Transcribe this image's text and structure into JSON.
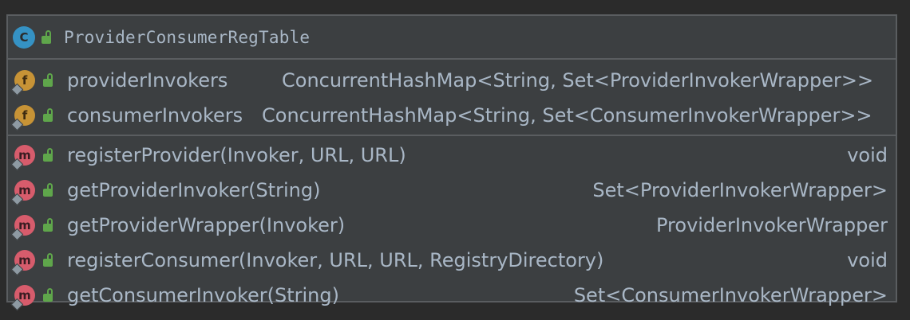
{
  "class": {
    "kind_icon": "C",
    "name": "ProviderConsumerRegTable"
  },
  "fields": [
    {
      "kind_icon": "f",
      "name": "providerInvokers",
      "type": "ConcurrentHashMap<String, Set<ProviderInvokerWrapper>>"
    },
    {
      "kind_icon": "f",
      "name": "consumerInvokers",
      "type": "ConcurrentHashMap<String, Set<ConsumerInvokerWrapper>>"
    }
  ],
  "methods": [
    {
      "kind_icon": "m",
      "name": "registerProvider(Invoker, URL, URL)",
      "type": "void"
    },
    {
      "kind_icon": "m",
      "name": "getProviderInvoker(String)",
      "type": "Set<ProviderInvokerWrapper>"
    },
    {
      "kind_icon": "m",
      "name": "getProviderWrapper(Invoker)",
      "type": "ProviderInvokerWrapper"
    },
    {
      "kind_icon": "m",
      "name": "registerConsumer(Invoker, URL, URL, RegistryDirectory)",
      "type": "void"
    },
    {
      "kind_icon": "m",
      "name": "getConsumerInvoker(String)",
      "type": "Set<ConsumerInvokerWrapper>"
    }
  ],
  "colors": {
    "background": "#2b2b2b",
    "node_fill": "#3c3f41",
    "node_border": "#5a5d60",
    "text": "#a9b7c6",
    "class_badge": "#3592c4",
    "field_badge": "#c79336",
    "method_badge": "#d75c6c",
    "public_lock": "#5fa64b"
  },
  "icons": {
    "class": "class-icon",
    "field": "field-icon",
    "method": "method-icon",
    "visibility": "public-lock-icon"
  }
}
